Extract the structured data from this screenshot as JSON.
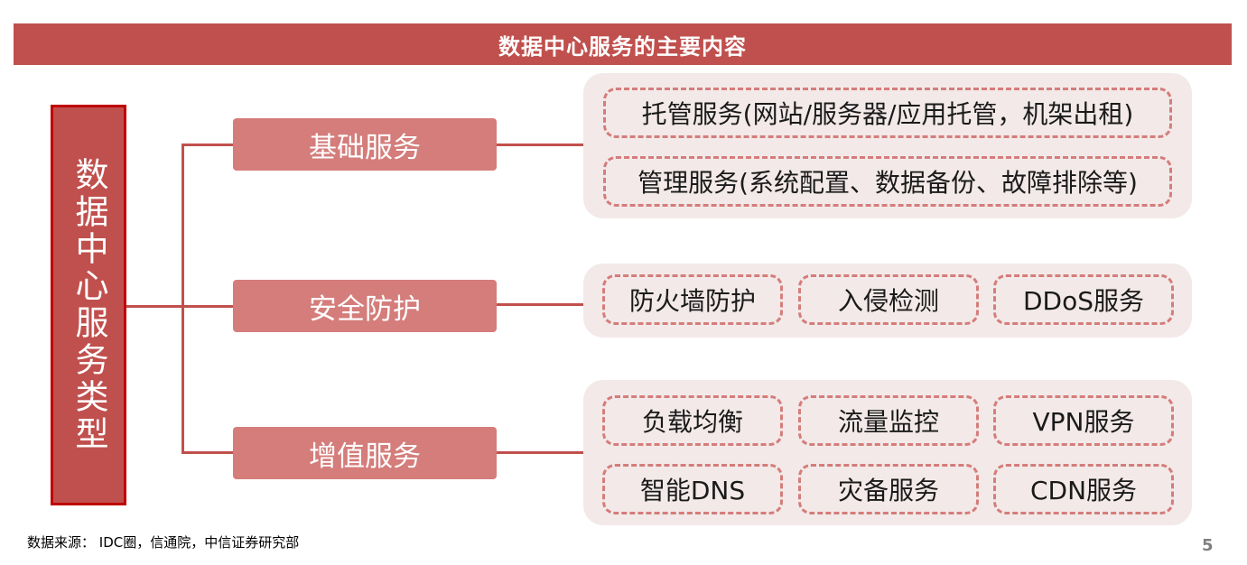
{
  "title": "数据中心服务的主要内容",
  "root": "数据中心服务类型",
  "categories": [
    {
      "label": "基础服务",
      "items": [
        "托管服务(网站/服务器/应用托管，机架出租)",
        "管理服务(系统配置、数据备份、故障排除等)"
      ]
    },
    {
      "label": "安全防护",
      "items": [
        "防火墙防护",
        "入侵检测",
        "DDoS服务"
      ]
    },
    {
      "label": "增值服务",
      "items": [
        "负载均衡",
        "流量监控",
        "VPN服务",
        "智能DNS",
        "灾备服务",
        "CDN服务"
      ]
    }
  ],
  "footer": {
    "source": "数据来源：  IDC圈，信通院，中信证券研究部",
    "page": "5"
  },
  "colors": {
    "accent": "#c0504d",
    "category": "#d47d7b",
    "panel": "#f2e9e8"
  }
}
